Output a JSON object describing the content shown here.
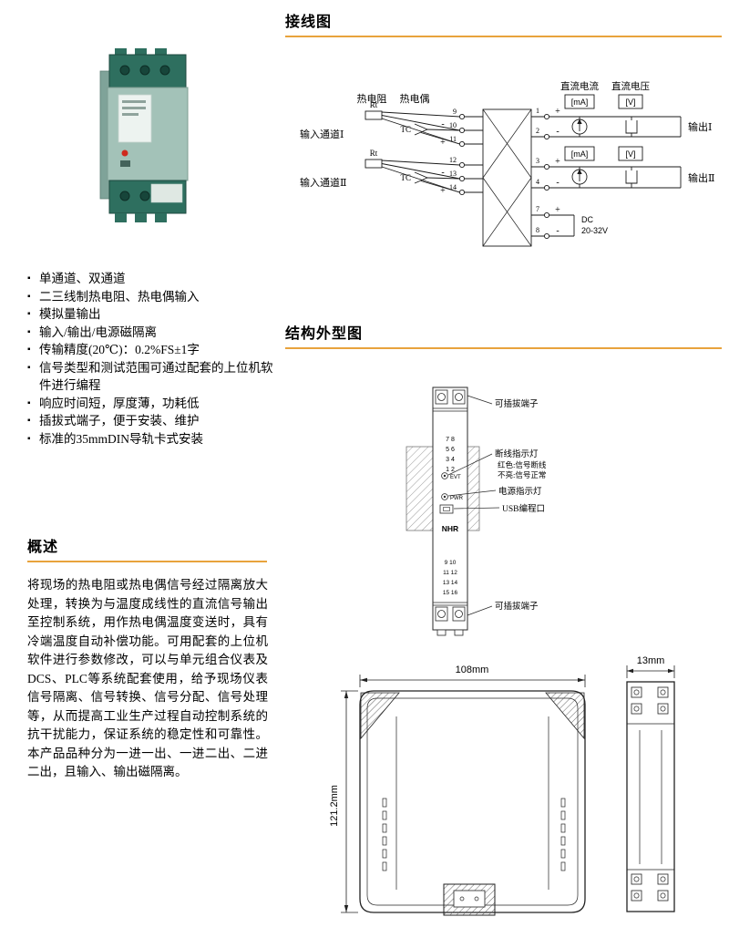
{
  "wiring": {
    "title": "接线图",
    "rtd_header": "热电阻",
    "tc_header": "热电偶",
    "rt_label": "Rt",
    "tc_label": "TC",
    "input_ch1": "输入通道Ⅰ",
    "input_ch2": "输入通道Ⅱ",
    "dc_current_header": "直流电流",
    "dc_voltage_header": "直流电压",
    "ma_box": "[mA]",
    "v_box": "[V]",
    "output1": "输出Ⅰ",
    "output2": "输出Ⅱ",
    "dc_label": "DC",
    "dc_range": "20-32V",
    "plus": "+",
    "minus": "-",
    "terminals_input": [
      "9",
      "10",
      "11",
      "12",
      "13",
      "14"
    ],
    "terminals_output": [
      "1",
      "2",
      "3",
      "4",
      "7",
      "8"
    ]
  },
  "features": [
    "单通道、双通道",
    "二三线制热电阻、热电偶输入",
    "模拟量输出",
    "输入/输出/电源磁隔离",
    "传输精度(20℃)：0.2%FS±1字",
    "信号类型和测试范围可通过配套的上位机软件进行编程",
    "响应时间短，厚度薄，功耗低",
    "插拔式端子，便于安装、维护",
    "标准的35mmDIN导轨卡式安装"
  ],
  "structure": {
    "title": "结构外型图",
    "callout_top_terminal": "可插拔端子",
    "callout_break_led_1": "断线指示灯",
    "callout_break_led_2": "红色:信号断线",
    "callout_break_led_3": "不亮:信号正常",
    "callout_power_led": "电源指示灯",
    "callout_usb": "USB编程口",
    "callout_bottom_terminal": "可插拔端子",
    "front_terminals_top": [
      "7 8",
      "5 6",
      "3 4",
      "1 2"
    ],
    "front_terminals_bottom": [
      "9 10",
      "11 12",
      "13 14",
      "15 16"
    ],
    "led_evt": "EVT",
    "led_pwr": "PWR",
    "brand": "NHR"
  },
  "overview": {
    "title": "概述",
    "body": "将现场的热电阻或热电偶信号经过隔离放大处理，转换为与温度成线性的直流信号输出至控制系统，用作热电偶温度变送时，具有冷端温度自动补偿功能。可用配套的上位机软件进行参数修改，可以与单元组合仪表及DCS、PLC等系统配套使用，给予现场仪表信号隔离、信号转换、信号分配、信号处理等，从而提高工业生产过程自动控制系统的抗干扰能力，保证系统的稳定性和可靠性。本产品品种分为一进一出、一进二出、二进二出，且输入、输出磁隔离。"
  },
  "dimensions": {
    "front_width": "108mm",
    "front_height": "121.2mm",
    "side_width": "13mm"
  },
  "colors": {
    "accent_rule": "#E8A33C",
    "brand_red": "#D42B1E",
    "device_green": "#A3C2B8"
  }
}
